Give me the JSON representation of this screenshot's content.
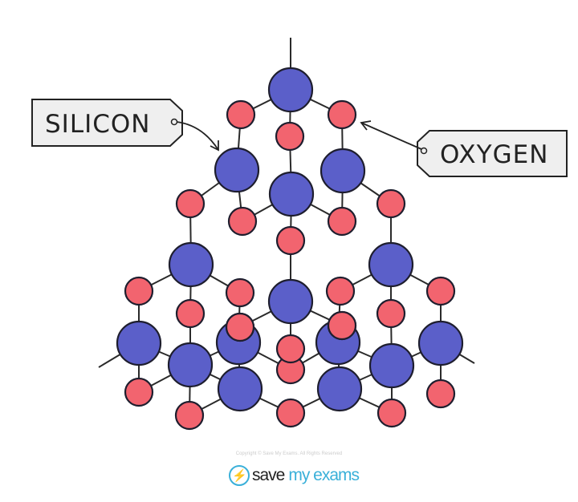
{
  "labels": {
    "silicon": "SILICON",
    "oxygen": "OXYGEN"
  },
  "colors": {
    "silicon": "#5b5fc9",
    "oxygen": "#f2646f",
    "outline": "#1e1e2e",
    "tag_fill": "#efefef"
  },
  "footer": {
    "copyright": "Copyright © Save My Exams. All Rights Reserved",
    "logo_save": "save",
    "logo_rest": "my exams",
    "logo_icon": "lightning-bolt-icon"
  }
}
